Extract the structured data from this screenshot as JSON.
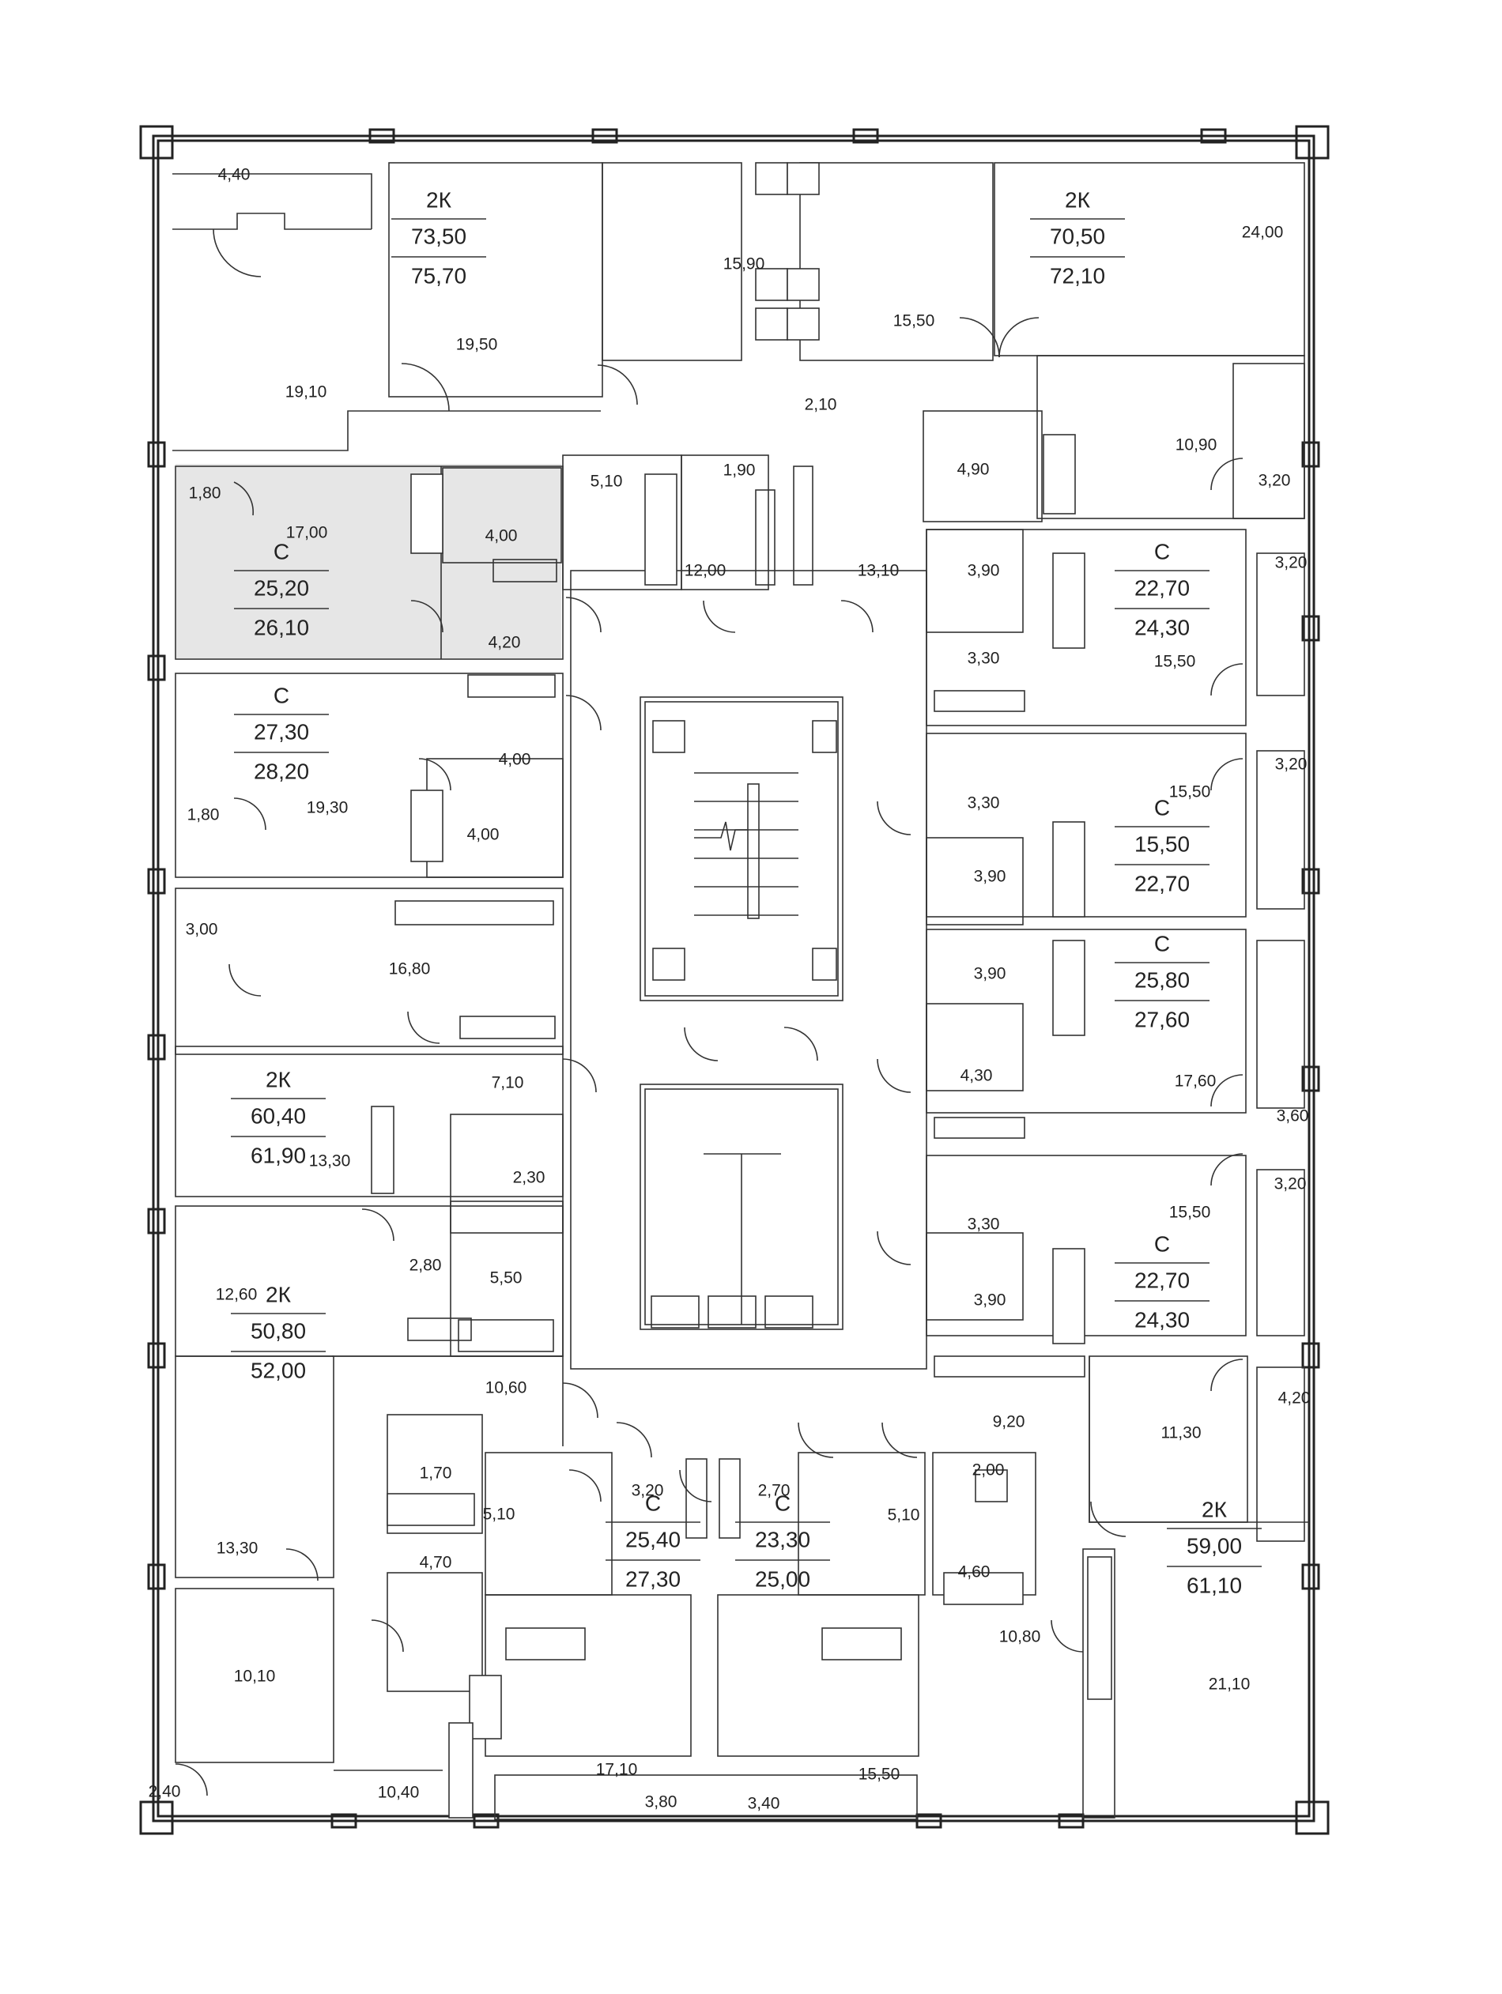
{
  "highlight_color": "#e6e6e6",
  "apartments": [
    {
      "id": "apt-top-left",
      "type": "2К",
      "area_living": "73,50",
      "area_total": "75,70"
    },
    {
      "id": "apt-top-right",
      "type": "2К",
      "area_living": "70,50",
      "area_total": "72,10"
    },
    {
      "id": "apt-highlight",
      "type": "С",
      "area_living": "25,20",
      "area_total": "26,10"
    },
    {
      "id": "apt-left-2",
      "type": "С",
      "area_living": "27,30",
      "area_total": "28,20"
    },
    {
      "id": "apt-right-1",
      "type": "С",
      "area_living": "22,70",
      "area_total": "24,30"
    },
    {
      "id": "apt-right-2",
      "type": "С",
      "area_living": "15,50",
      "area_total": "22,70"
    },
    {
      "id": "apt-right-3",
      "type": "С",
      "area_living": "25,80",
      "area_total": "27,60"
    },
    {
      "id": "apt-left-3",
      "type": "2К",
      "area_living": "60,40",
      "area_total": "61,90"
    },
    {
      "id": "apt-right-4",
      "type": "С",
      "area_living": "22,70",
      "area_total": "24,30"
    },
    {
      "id": "apt-left-4",
      "type": "2К",
      "area_living": "50,80",
      "area_total": "52,00"
    },
    {
      "id": "apt-bottom-mid-left",
      "type": "С",
      "area_living": "25,40",
      "area_total": "27,30"
    },
    {
      "id": "apt-bottom-mid-right",
      "type": "С",
      "area_living": "23,30",
      "area_total": "25,00"
    },
    {
      "id": "apt-bottom-right",
      "type": "2К",
      "area_living": "59,00",
      "area_total": "61,10"
    }
  ],
  "room_areas": [
    "4,40",
    "19,10",
    "19,50",
    "15,90",
    "15,50",
    "24,00",
    "2,10",
    "1,90",
    "10,90",
    "3,20",
    "4,90",
    "1,80",
    "17,00",
    "4,00",
    "5,10",
    "12,00",
    "13,10",
    "3,90",
    "3,20",
    "4,20",
    "3,30",
    "15,50",
    "4,00",
    "19,30",
    "1,80",
    "4,00",
    "3,20",
    "15,50",
    "3,30",
    "3,90",
    "3,00",
    "16,80",
    "3,90",
    "7,10",
    "4,30",
    "17,60",
    "3,60",
    "13,30",
    "2,30",
    "3,20",
    "15,50",
    "3,30",
    "2,80",
    "5,50",
    "12,60",
    "3,90",
    "10,60",
    "9,20",
    "11,30",
    "4,20",
    "1,70",
    "2,00",
    "13,30",
    "5,10",
    "3,20",
    "2,70",
    "5,10",
    "4,70",
    "4,60",
    "10,80",
    "10,10",
    "17,10",
    "15,50",
    "21,10",
    "2,40",
    "10,40",
    "3,80",
    "3,40"
  ]
}
